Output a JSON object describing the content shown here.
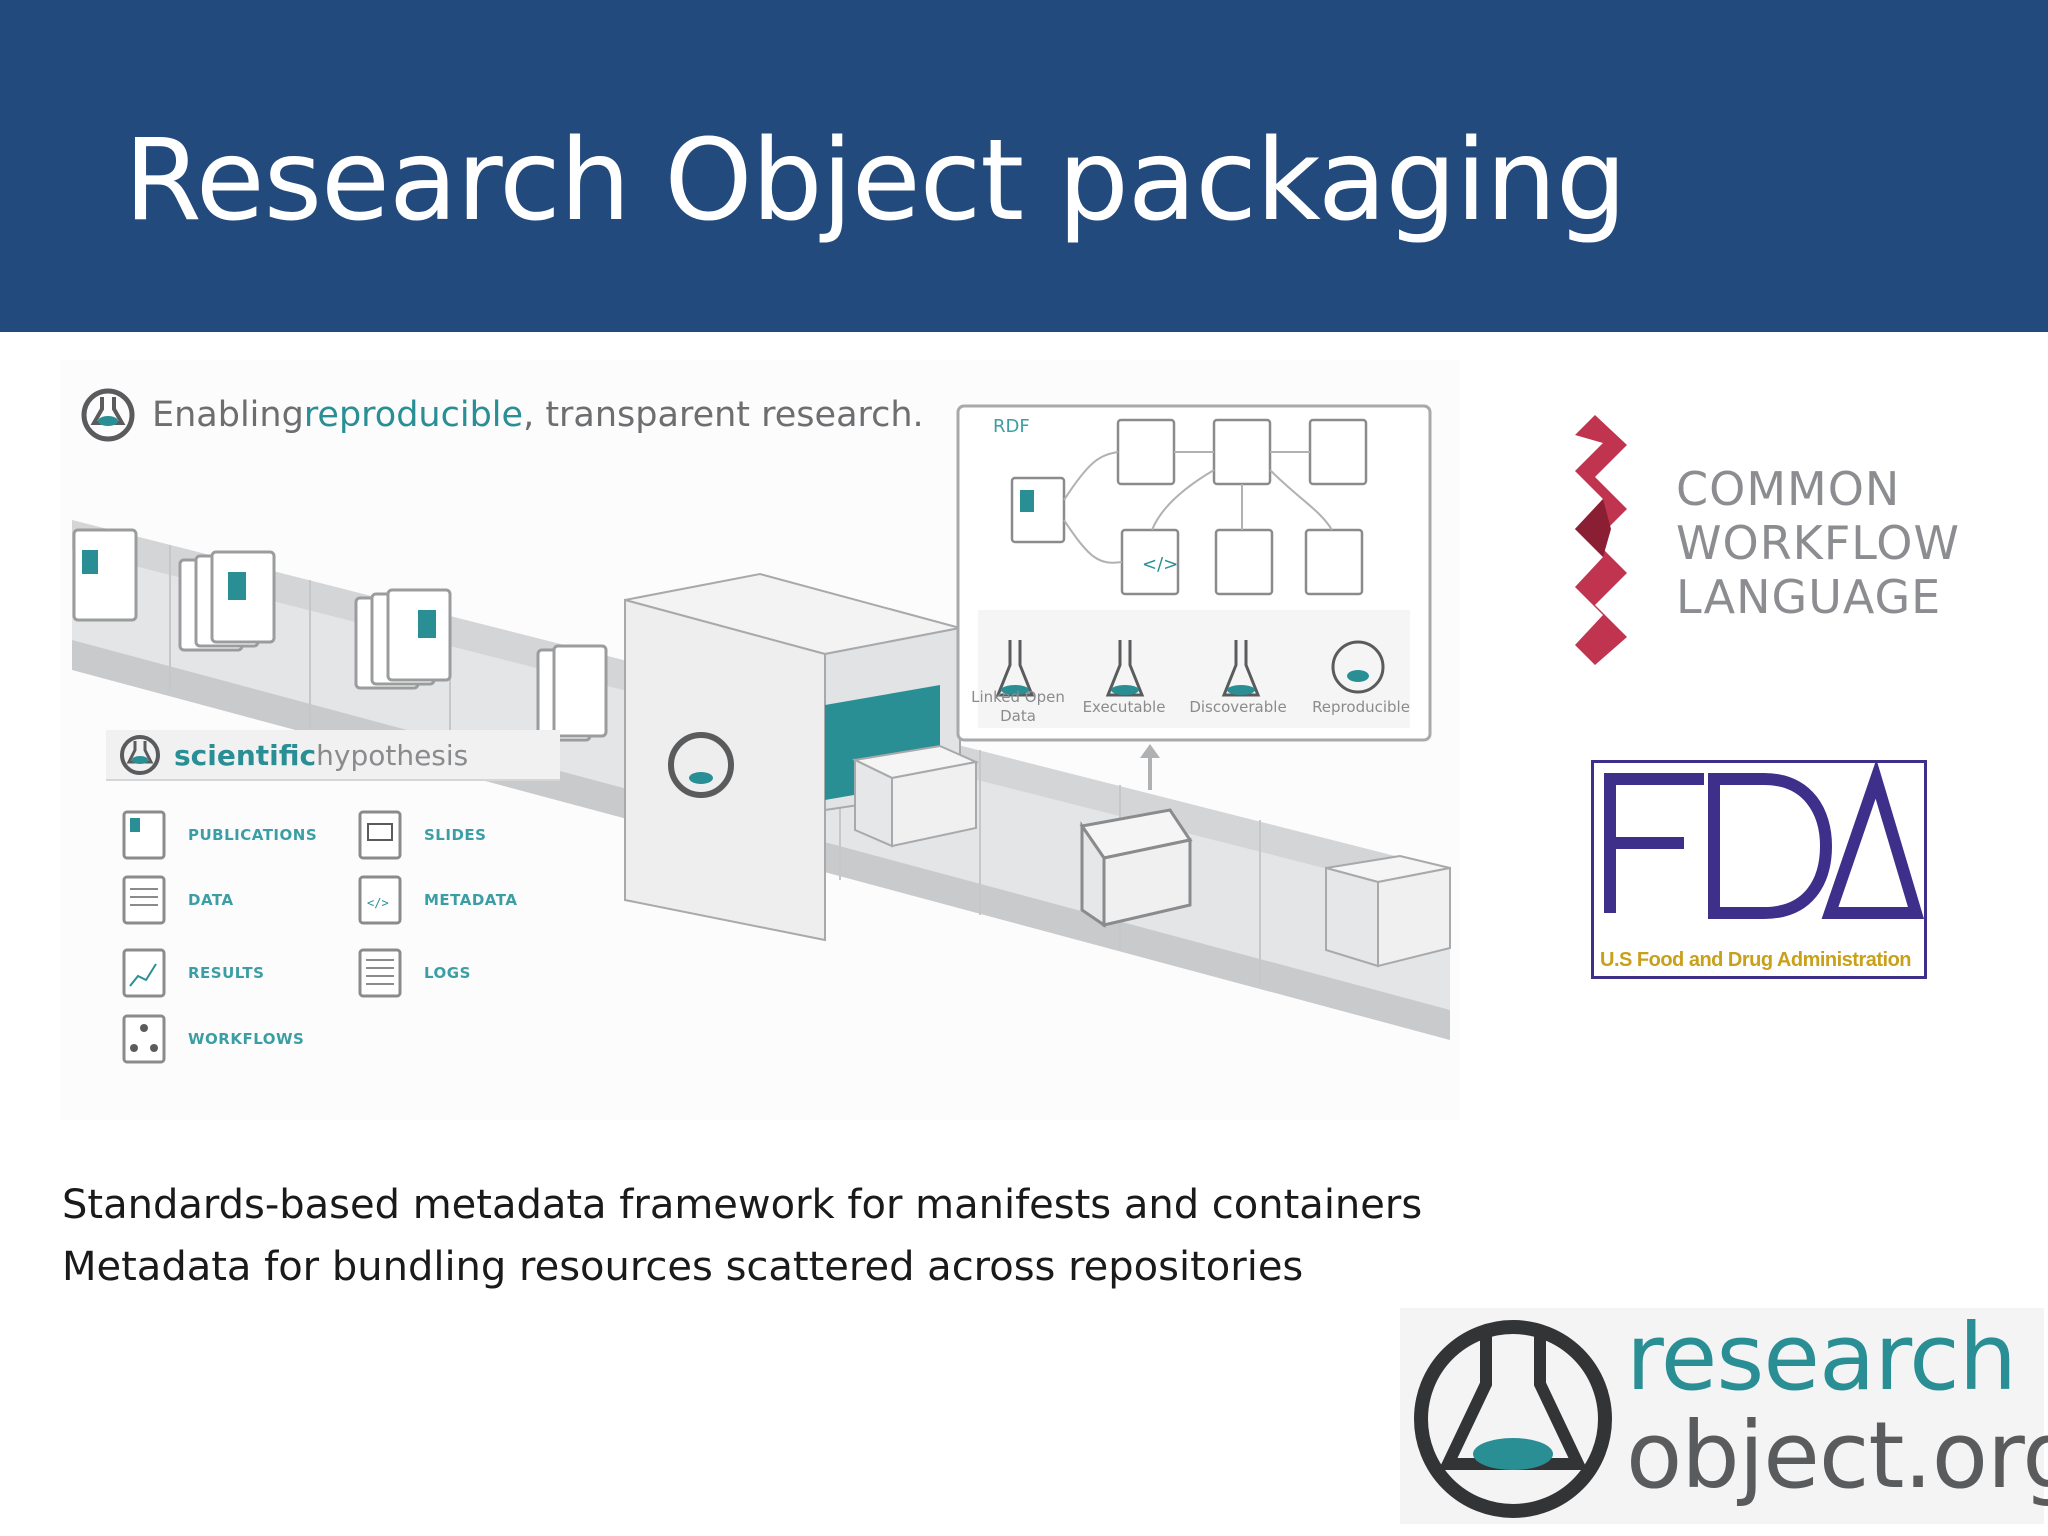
{
  "slide": {
    "title": "Research Object packaging"
  },
  "diagram": {
    "tagline_pre": "Enabling ",
    "tagline_highlight": "reproducible",
    "tagline_post": ", transparent research.",
    "hypothesis_bold": "scientific",
    "hypothesis_light": "hypothesis",
    "items": [
      {
        "label": "PUBLICATIONS",
        "icon": "publication-icon"
      },
      {
        "label": "DATA",
        "icon": "data-icon"
      },
      {
        "label": "RESULTS",
        "icon": "chart-icon"
      },
      {
        "label": "WORKFLOWS",
        "icon": "workflow-icon"
      },
      {
        "label": "SLIDES",
        "icon": "slides-icon"
      },
      {
        "label": "METADATA",
        "icon": "code-icon"
      },
      {
        "label": "LOGS",
        "icon": "log-icon"
      }
    ],
    "rdf_label": "RDF",
    "properties": [
      {
        "label": "Linked Open Data",
        "icon": "flask-linked-icon"
      },
      {
        "label": "Executable",
        "icon": "flask-executable-icon"
      },
      {
        "label": "Discoverable",
        "icon": "flask-discoverable-icon"
      },
      {
        "label": "Reproducible",
        "icon": "research-object-icon"
      }
    ],
    "colors": {
      "accent": "#2a8f95",
      "gray": "#8a8b8d"
    }
  },
  "logos": {
    "cwl": {
      "lines": [
        "COMMON",
        "WORKFLOW",
        "LANGUAGE"
      ],
      "color": "#c0344f"
    },
    "fda": {
      "letters": "FDA",
      "subtitle": "U.S Food and Drug Administration",
      "color": "#3e2f8a"
    },
    "research_object": {
      "line1": "research",
      "line2": "object.org"
    }
  },
  "body": {
    "line1": "Standards-based metadata framework for manifests and containers",
    "line2": "Metadata for bundling resources scattered across repositories"
  },
  "header_color": "#234a7c"
}
